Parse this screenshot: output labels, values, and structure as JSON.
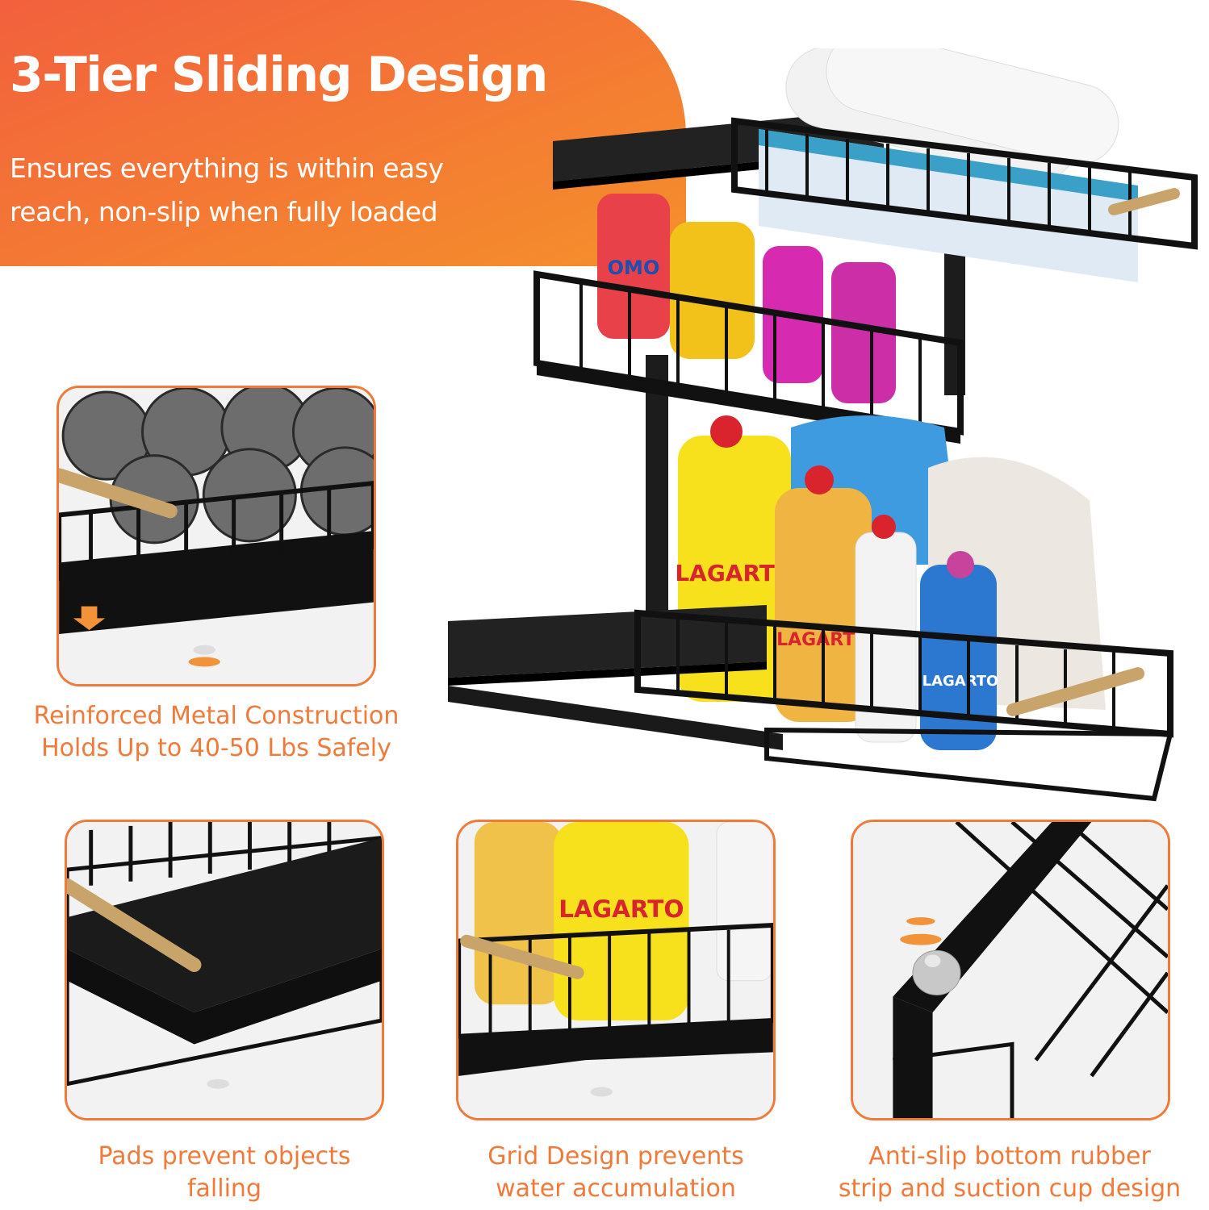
{
  "headline": "3-Tier Sliding Design",
  "subline": [
    "Ensures everything is within easy",
    "reach, non-slip when fully loaded"
  ],
  "features": [
    {
      "lines": [
        "Reinforced Metal Construction",
        "Holds Up to 40-50 Lbs Safely"
      ]
    },
    {
      "lines": [
        "Pads prevent objects",
        "falling"
      ]
    },
    {
      "lines": [
        "Grid Design prevents",
        "water accumulation"
      ]
    },
    {
      "lines": [
        "Anti-slip bottom rubber",
        "strip and suction cup design"
      ]
    }
  ],
  "product_labels": [
    "OMO",
    "LAGARTO",
    "LAGARTO",
    "LAGARTO"
  ],
  "colors": {
    "accent": "#ef7a3a",
    "banner_start": "#f26a3b",
    "banner_end": "#f48a2e",
    "rack": "#1c1c1c",
    "handle": "#c9a46a"
  }
}
